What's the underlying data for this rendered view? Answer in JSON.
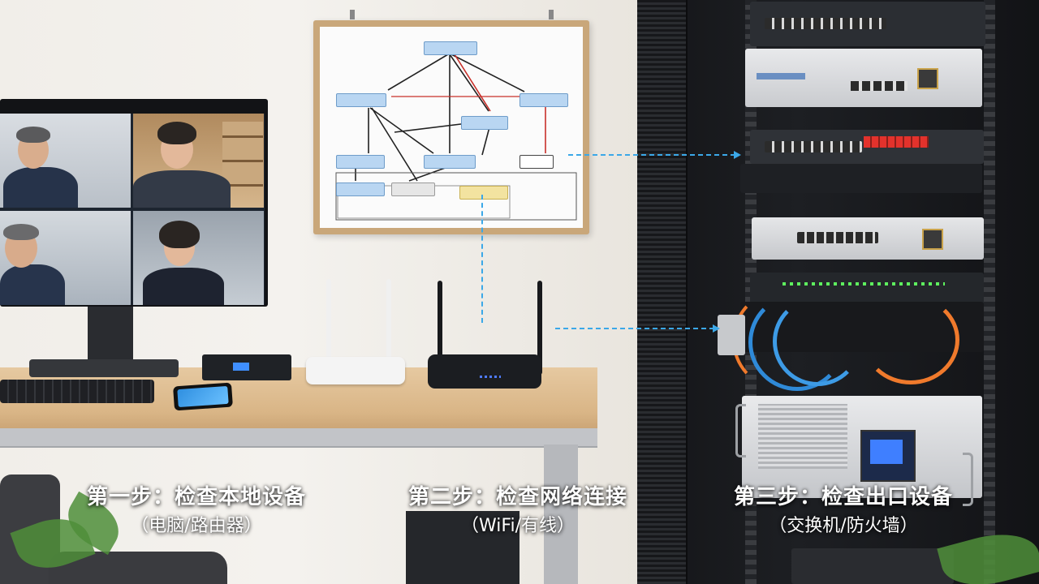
{
  "steps": [
    {
      "title": "第一步：检查本地设备",
      "subtitle": "（电脑/路由器）"
    },
    {
      "title": "第二步：检查网络连接",
      "subtitle": "（WiFi/有线）"
    },
    {
      "title": "第三步：检查出口设备",
      "subtitle": "（交换机/防火墙）"
    }
  ],
  "colors": {
    "label_text": "#ffffff",
    "connector_line": "#3ba8e8",
    "rack": "#1d1f23",
    "desk": "#d9b586"
  },
  "icons": [
    "monitor-icon",
    "router-icon",
    "switch-icon",
    "firewall-icon",
    "network-diagram-icon"
  ]
}
